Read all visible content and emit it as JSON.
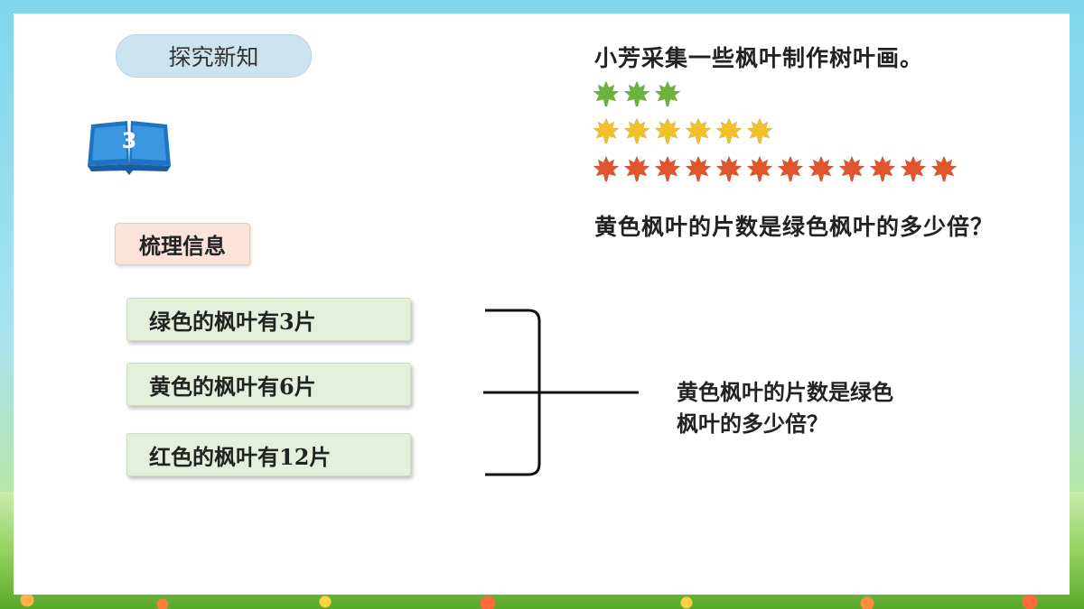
{
  "header": {
    "section_tag": "探究新知",
    "step_number": "3"
  },
  "problem": {
    "statement": "小芳采集一些枫叶制作树叶画。",
    "question": "黄色枫叶的片数是绿色枫叶的多少倍？"
  },
  "leaves": [
    {
      "color_name": "green",
      "color": "#6bb33a",
      "count": 3
    },
    {
      "color_name": "yellow",
      "color": "#f2c029",
      "count": 6
    },
    {
      "color_name": "red",
      "color": "#e0552b",
      "count": 12
    }
  ],
  "organize": {
    "title": "梳理信息",
    "facts": [
      "绿色的枫叶有3片",
      "黄色的枫叶有6片",
      "红色的枫叶有12片"
    ],
    "question_line1": "黄色枫叶的片数是绿色",
    "question_line2": "枫叶的多少倍？"
  }
}
